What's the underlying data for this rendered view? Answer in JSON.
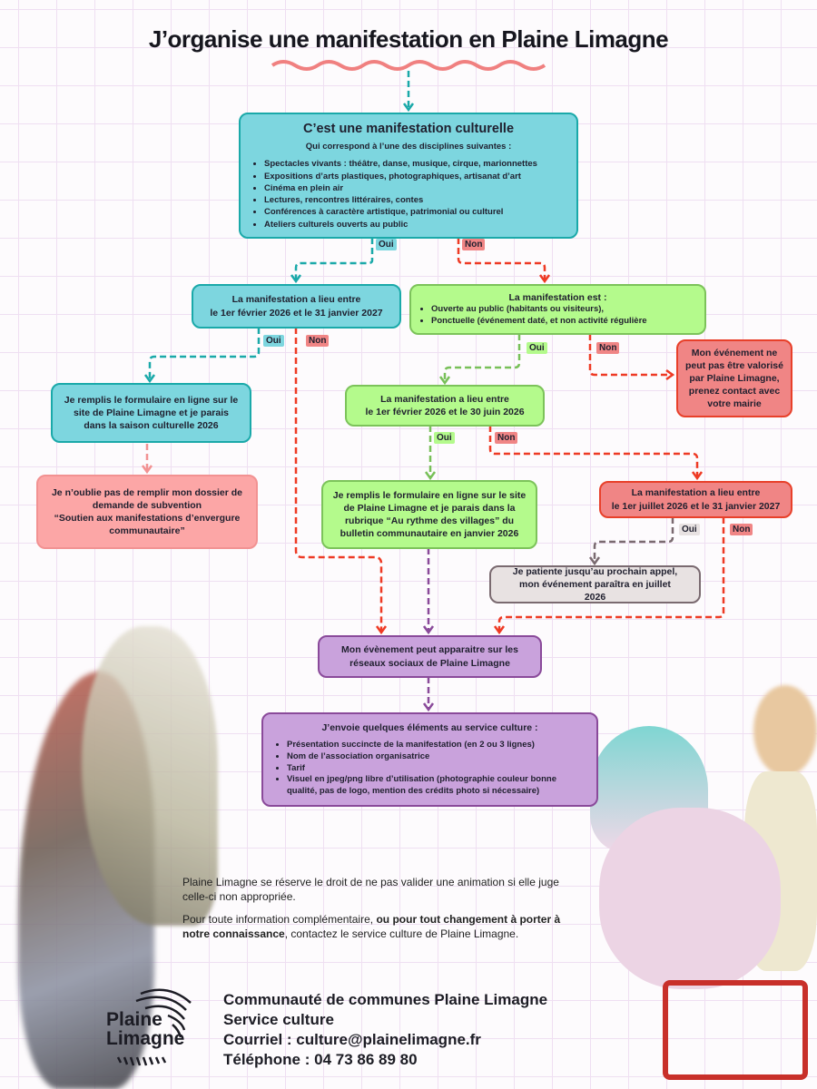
{
  "title": "J’organise une manifestation en Plaine Limagne",
  "labels": {
    "oui": "Oui",
    "non": "Non"
  },
  "box_culture": {
    "title": "C’est une manifestation culturelle",
    "subtitle": "Qui correspond à l’une des disciplines suivantes :",
    "items": [
      "Spectacles vivants : théâtre, danse, musique, cirque, marionnettes",
      "Expositions d’arts plastiques, photographiques, artisanat d’art",
      "Cinéma en plein air",
      "Lectures, rencontres littéraires, contes",
      "Conférences à caractère artistique, patrimonial ou culturel",
      "Ateliers culturels ouverts au public"
    ]
  },
  "box_dates_season": {
    "line1": "La manifestation a lieu entre",
    "line2": "le 1er février 2026  et le 31 janvier 2027"
  },
  "box_public": {
    "title": "La manifestation est :",
    "items": [
      "Ouverte au public (habitants ou visiteurs),",
      "Ponctuelle (événement daté, et non activité régulière"
    ]
  },
  "box_not_valorised": "Mon événement ne peut pas être valorisé par Plaine Limagne, prenez contact avec votre mairie",
  "box_form_season": "Je remplis le formulaire en ligne sur le site de Plaine Limagne et je parais dans la saison culturelle 2026",
  "box_dates_june": {
    "line1": "La manifestation a lieu entre",
    "line2": "le 1er février 2026  et le 30 juin 2026"
  },
  "box_subsidy": {
    "line1": "Je n’oublie pas de remplir mon dossier de demande de subvention",
    "line2": "“Soutien aux manifestations d’envergure communautaire”"
  },
  "box_form_villages": "Je remplis le formulaire en ligne sur le site de Plaine Limagne et je parais dans la rubrique “Au rythme des villages” du bulletin communautaire en janvier 2026",
  "box_dates_july": {
    "line1": "La manifestation a lieu entre",
    "line2": "le 1er juillet 2026 et le 31 janvier 2027"
  },
  "box_wait": "Je patiente jusqu’au prochain appel, mon événement paraîtra en juillet 2026",
  "box_social": "Mon évènement peut apparaitre sur les réseaux sociaux de Plaine Limagne",
  "box_send": {
    "title": "J’envoie quelques éléments au service culture :",
    "items": [
      "Présentation succincte de la manifestation (en 2 ou 3 lignes)",
      "Nom de l’association organisatrice",
      "Tarif",
      "Visuel en jpeg/png libre d’utilisation (photographie couleur bonne qualité, pas de logo, mention des crédits photo si nécessaire)"
    ]
  },
  "footer": {
    "p1": "Plaine Limagne se réserve le droit de ne pas valider une animation si elle juge celle-ci non appropriée.",
    "p2_start": "Pour toute information complémentaire, ",
    "p2_bold": "ou pour tout changement à porter à notre connaissance",
    "p2_end": ", contactez le service culture de Plaine Limagne."
  },
  "logo": {
    "line1": "Plaine",
    "line2": "Limagne"
  },
  "contact": {
    "org": "Communauté de communes Plaine Limagne",
    "service": "Service culture",
    "email": "Courriel : culture@plainelimagne.fr",
    "phone": "Téléphone : 04 73 86 89 80"
  },
  "colors": {
    "teal": "#7dd6df",
    "green": "#b4fa8c",
    "red": "#f08585",
    "pink": "#fca6a6",
    "gray": "#e8e2e2",
    "purple": "#c9a2dc",
    "arrow_red": "#ee3a24"
  }
}
